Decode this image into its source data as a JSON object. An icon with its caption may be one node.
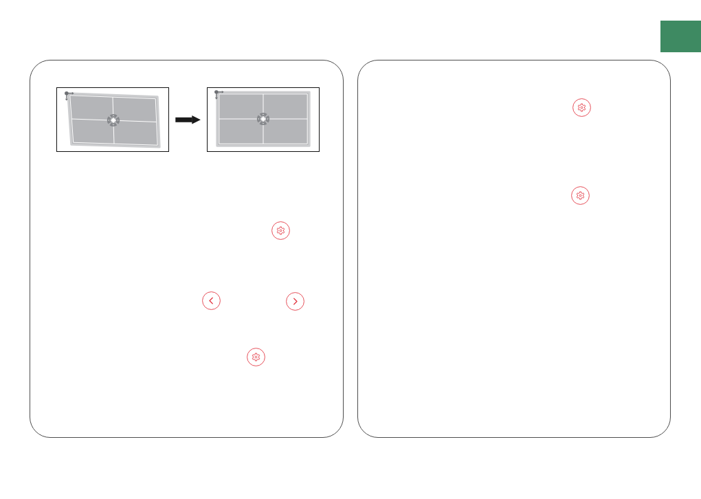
{
  "diagram": {
    "nodes": [
      {
        "text": [],
        "shape": "box"
      },
      {
        "text": [],
        "shape": "picture",
        "in": 0
      },
      {
        "text": [],
        "shape": "picture",
        "in": 0
      },
      {
        "text": [],
        "shape": "box"
      }
    ],
    "edges": [
      {
        "from": 1,
        "to": 2,
        "arrow": "to"
      }
    ]
  }
}
